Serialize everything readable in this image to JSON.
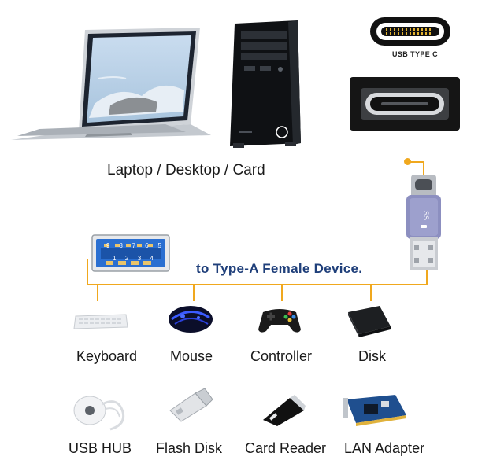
{
  "hosts_caption": "Laptop / Desktop / Card",
  "usbc_label": "USB TYPE C",
  "adapter_text": "SS",
  "port_pins_top": [
    "9",
    "8",
    "7",
    "6",
    "5"
  ],
  "port_pins_bottom": [
    "1",
    "2",
    "3",
    "4"
  ],
  "headline": "to Type-A Female Device.",
  "row1": [
    "Keyboard",
    "Mouse",
    "Controller",
    "Disk"
  ],
  "row2": [
    "USB HUB",
    "Flash Disk",
    "Card Reader",
    "LAN Adapter"
  ],
  "colors": {
    "wire": "#f0a81e",
    "headline": "#1f3f7a",
    "port": "#2a6fd1"
  }
}
